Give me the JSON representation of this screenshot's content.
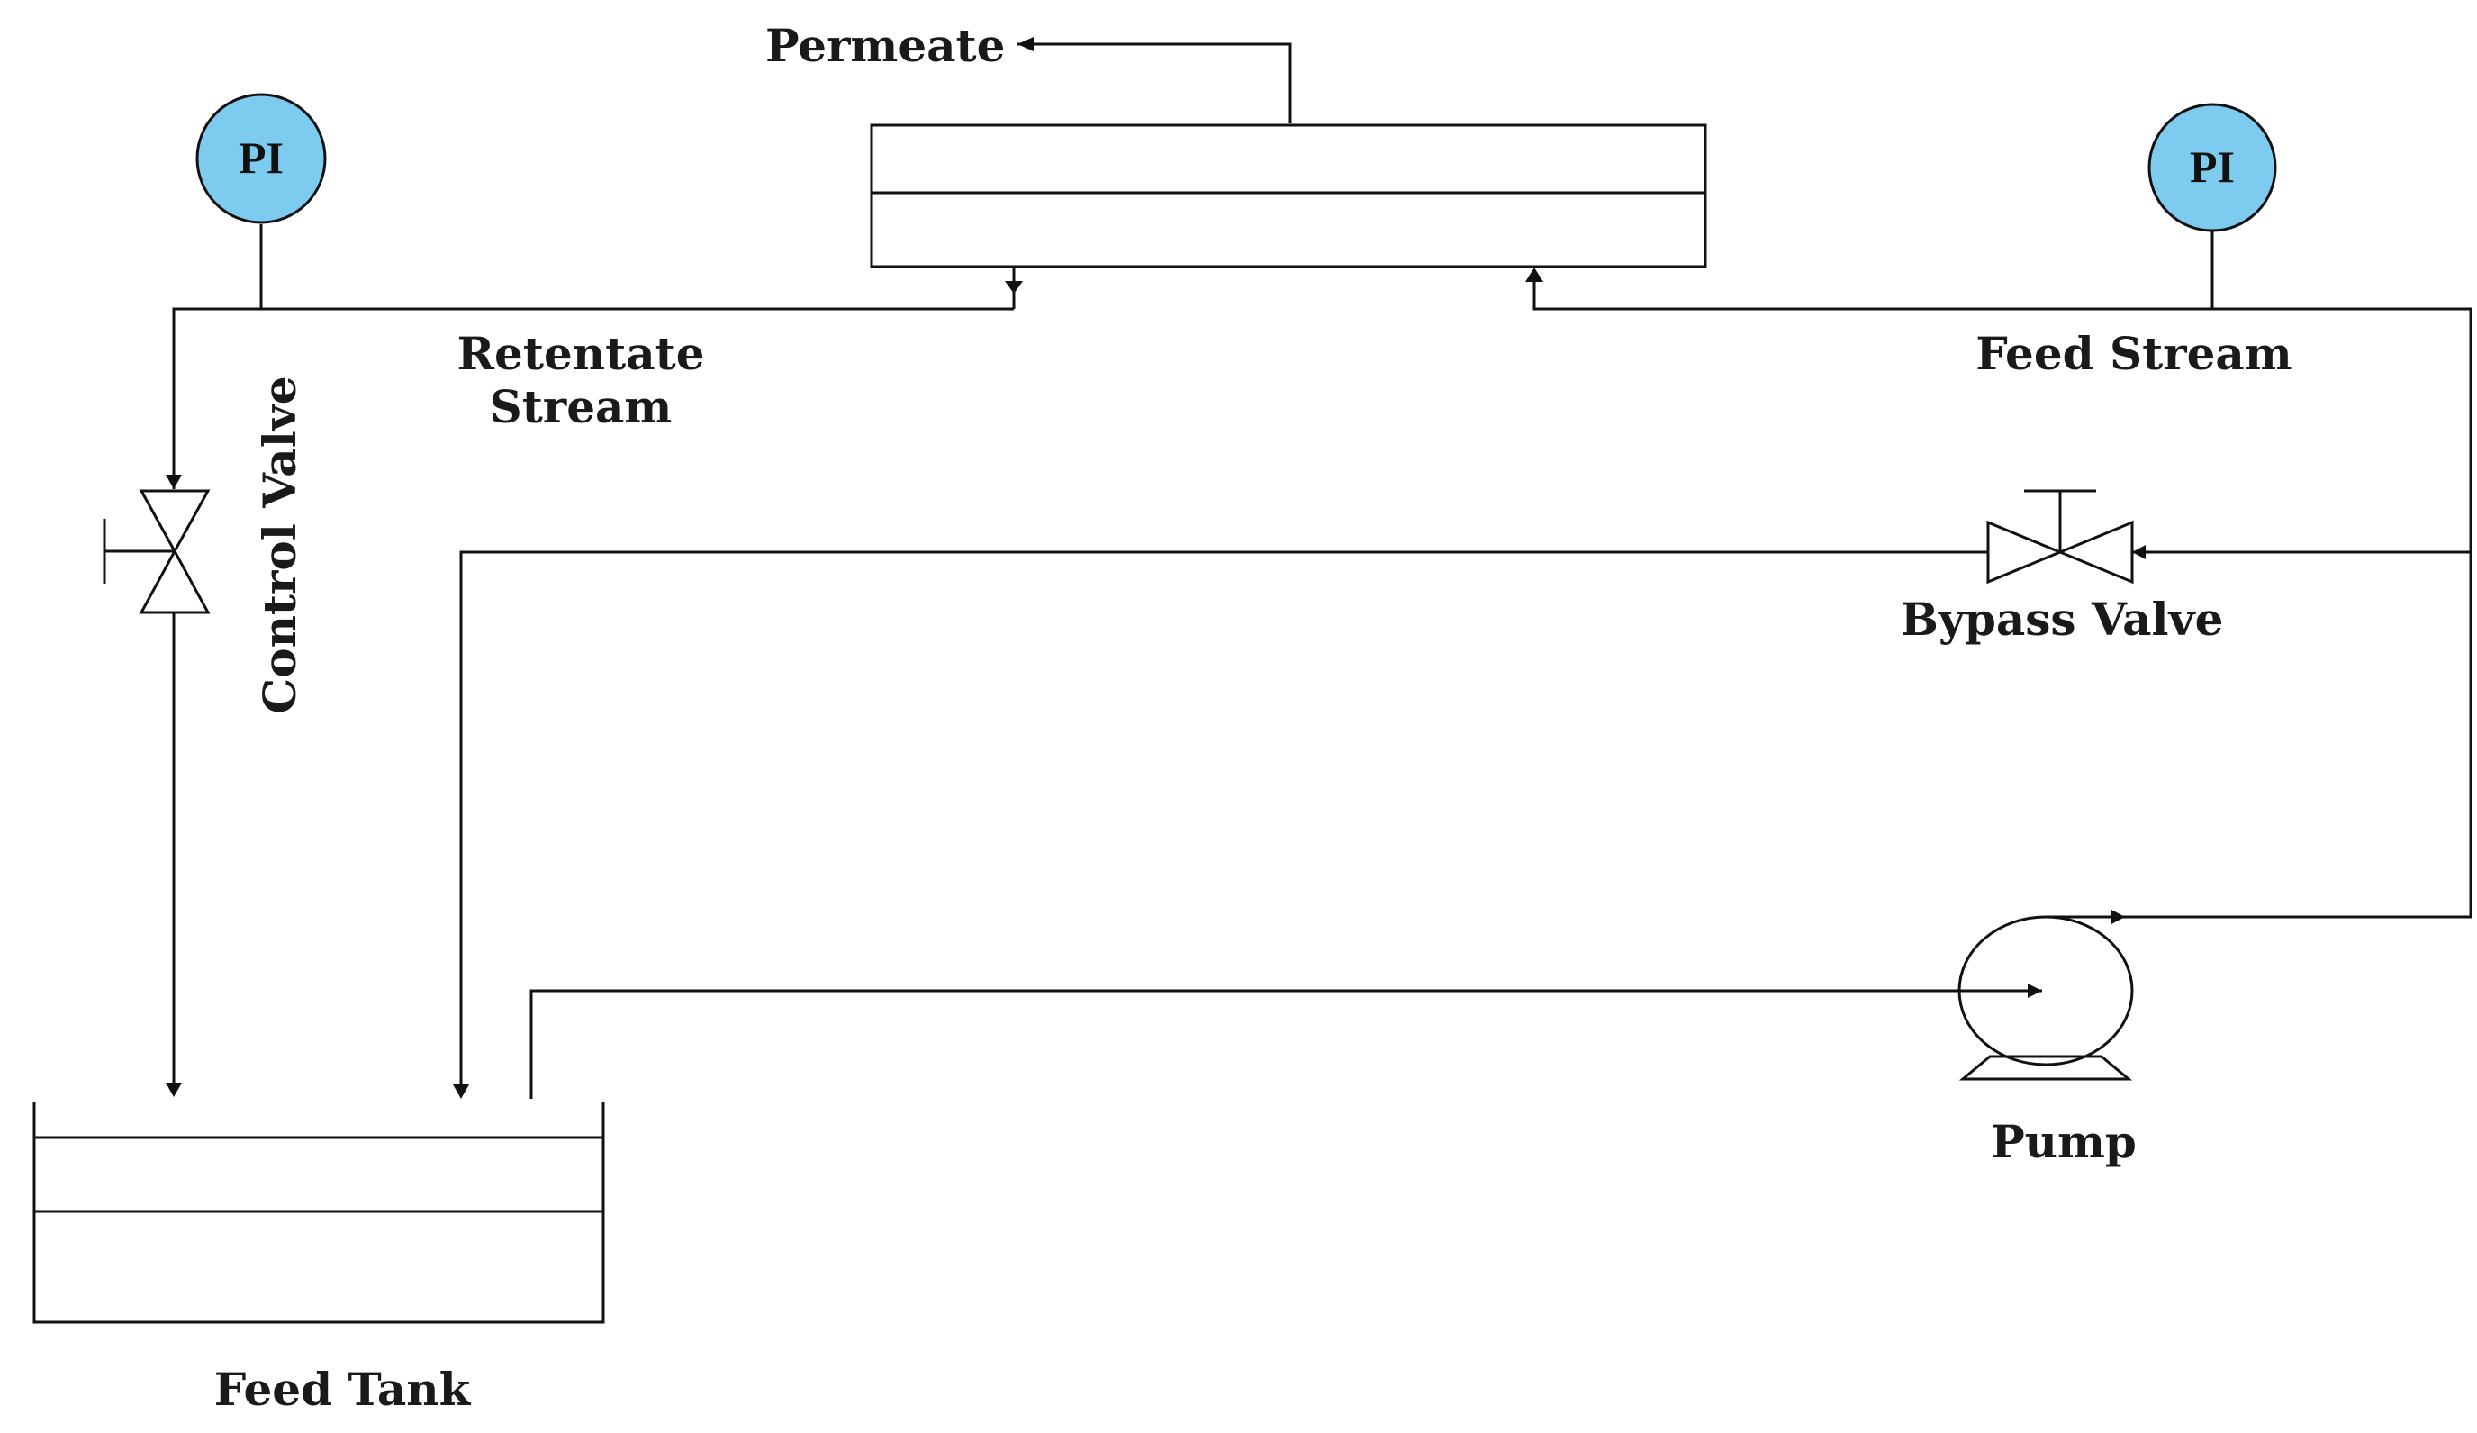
{
  "labels": {
    "permeate": "Permeate",
    "retentate_line1": "Retentate",
    "retentate_line2": "Stream",
    "feed_stream": "Feed Stream",
    "control_valve": "Control Valve",
    "bypass_valve": "Bypass Valve",
    "pump": "Pump",
    "feed_tank": "Feed Tank",
    "pi_left": "PI",
    "pi_right": "PI"
  },
  "colors": {
    "pi_fill": "#7dccf0",
    "line": "#111111",
    "background": "#ffffff"
  }
}
